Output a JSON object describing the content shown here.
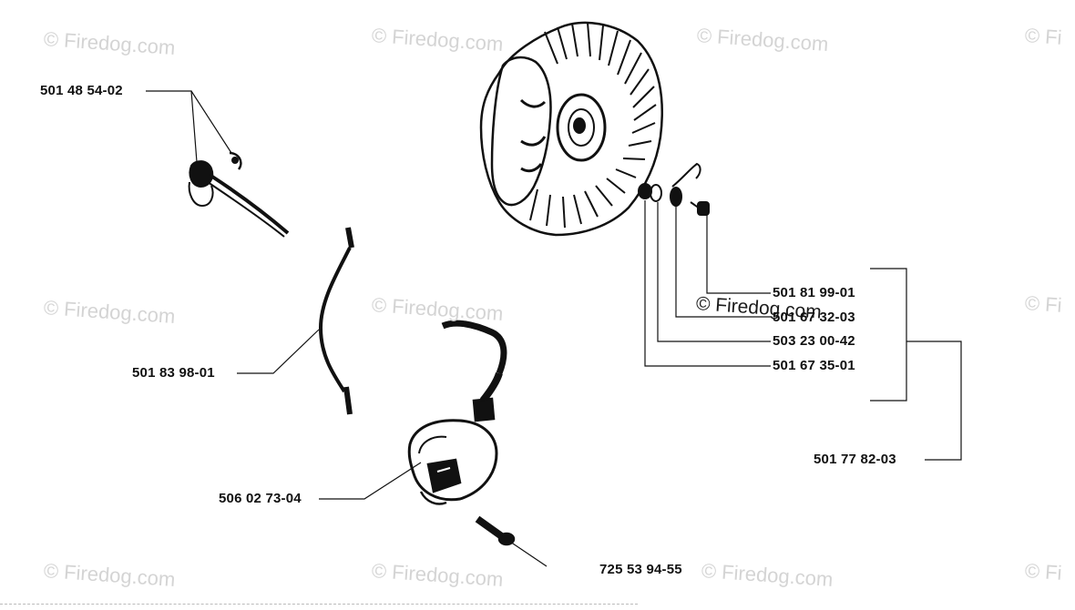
{
  "watermark": {
    "text": "© Firedog.com",
    "text_cut": "© Fi"
  },
  "parts": {
    "p1": "501 48 54-02",
    "p2": "501 83 98-01",
    "p3": "506 02 73-04",
    "p4": "725 53 94-55",
    "p5": "501 81 99-01",
    "p6": "501 67 32-03",
    "p7": "503 23 00-42",
    "p8": "501 67 35-01",
    "p9": "501 77 82-03"
  },
  "colors": {
    "ink": "#111111",
    "watermark": "#d4d4d4"
  }
}
